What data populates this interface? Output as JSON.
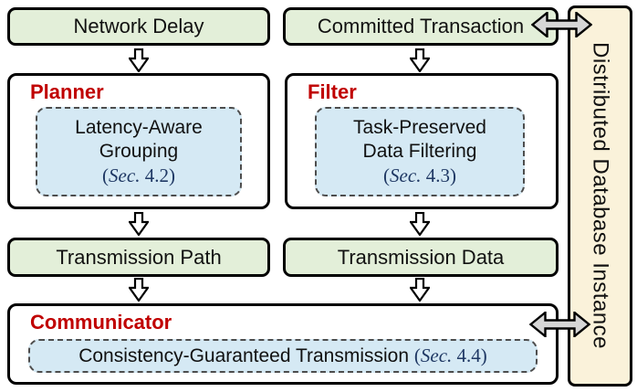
{
  "colors": {
    "green_fill": "#e3efd9",
    "blue_fill": "#d5e9f4",
    "tan_fill": "#faf2da",
    "box_border": "#000000",
    "dashed_border": "#4d4d4d",
    "title_red": "#c00000",
    "sec_navy": "#1f3864",
    "arrow_gray_fill": "#d6d6d6",
    "down_arrow_fill": "#ffffff"
  },
  "left_column": {
    "input_label": "Network Delay",
    "module_title": "Planner",
    "module_line1": "Latency-Aware",
    "module_line2": "Grouping",
    "sec_open": "(",
    "sec_word": "Sec.",
    "sec_rest": " 4.2)",
    "output_label": "Transmission Path"
  },
  "right_column": {
    "input_label": "Committed Transaction",
    "module_title": "Filter",
    "module_line1": "Task-Preserved",
    "module_line2": "Data Filtering",
    "sec_open": "(",
    "sec_word": "Sec.",
    "sec_rest": " 4.3)",
    "output_label": "Transmission Data"
  },
  "communicator": {
    "title": "Communicator",
    "inner_label": "Consistency-Guaranteed Transmission ",
    "sec_open": "(",
    "sec_word": "Sec.",
    "sec_rest": " 4.4)"
  },
  "database": {
    "label": "Distributed Database Instance"
  }
}
